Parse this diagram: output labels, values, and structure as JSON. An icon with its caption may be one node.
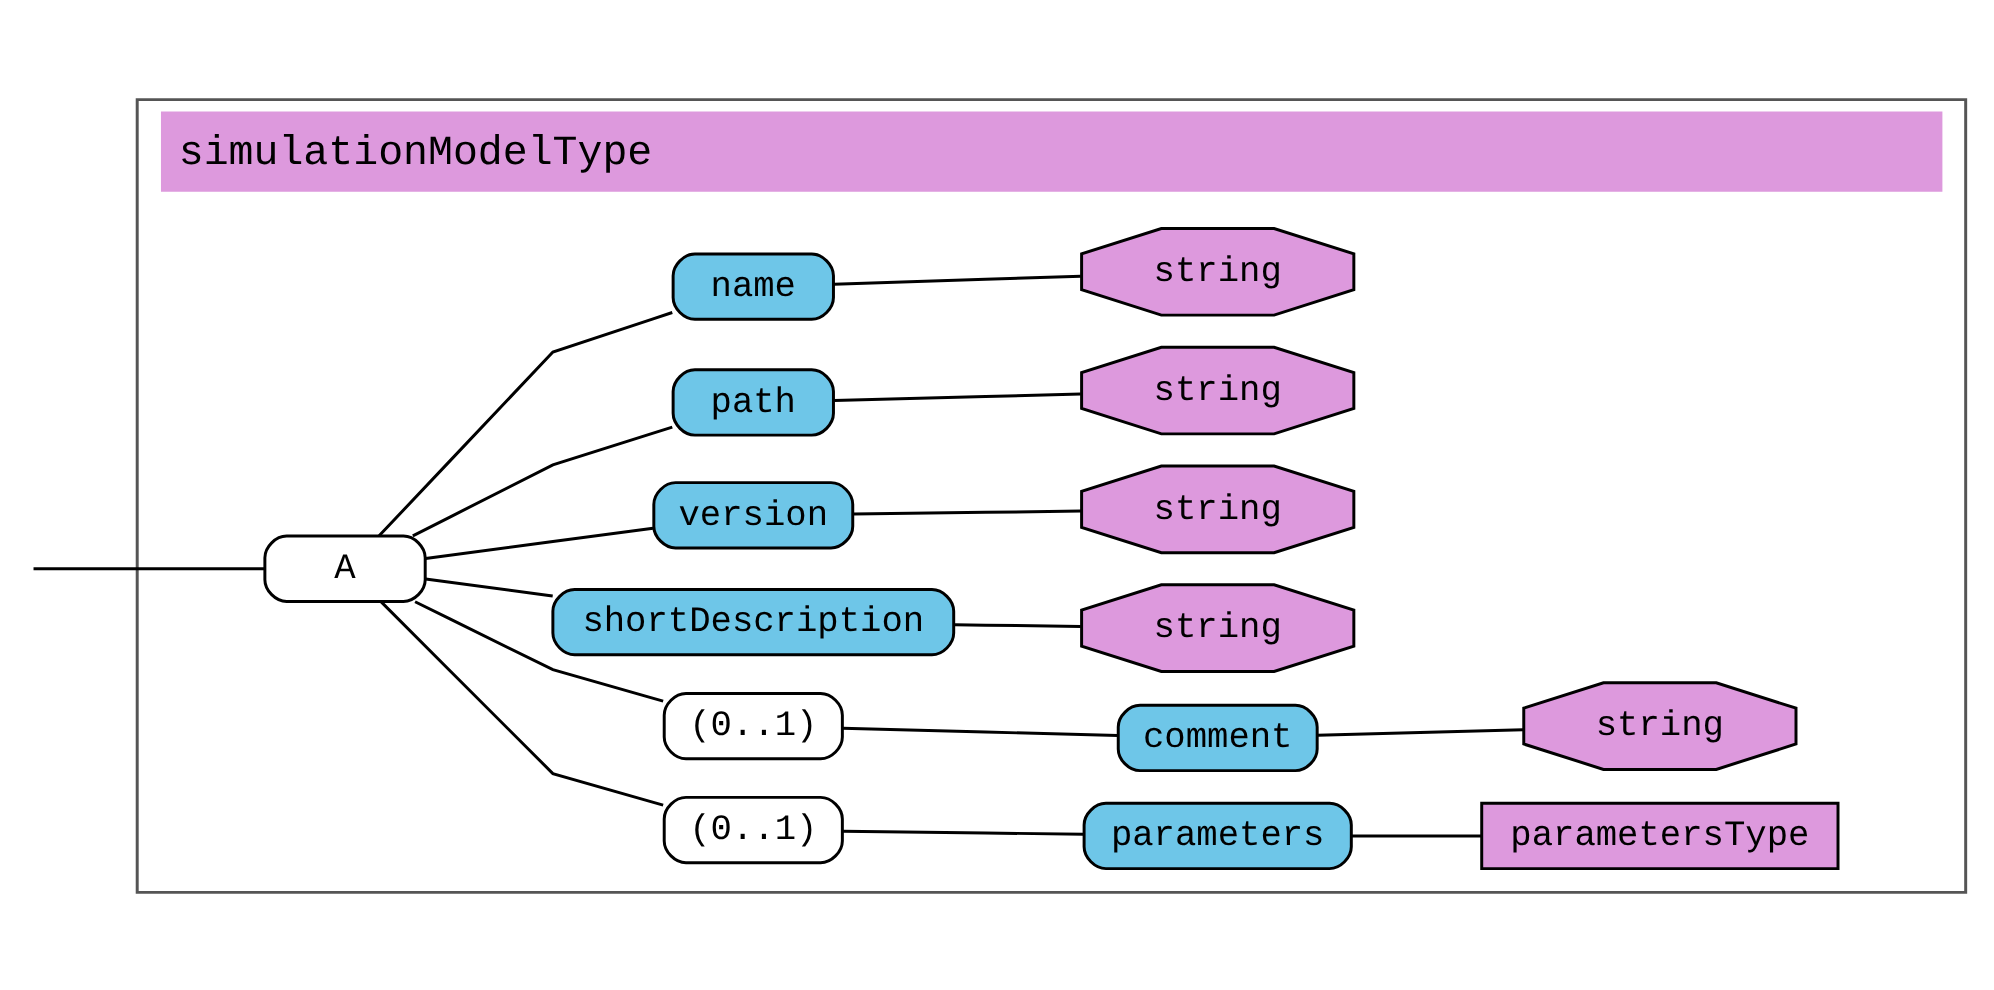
{
  "diagram": {
    "nodes": [
      {
        "text": [
          "simulationModelType"
        ]
      },
      {
        "text": [
          "A"
        ],
        "in": 0
      },
      {
        "text": [
          "name"
        ],
        "in": 0
      },
      {
        "text": [
          "path"
        ],
        "in": 0
      },
      {
        "text": [
          "version"
        ],
        "in": 0
      },
      {
        "text": [
          "shortDescription"
        ],
        "in": 0
      },
      {
        "text": [
          "(0..1)"
        ],
        "in": 0
      },
      {
        "text": [
          "comment"
        ],
        "in": 0
      },
      {
        "text": [
          "(0..1)"
        ],
        "in": 0
      },
      {
        "text": [
          "parameters"
        ],
        "in": 0
      },
      {
        "text": [
          "string"
        ],
        "in": 0
      },
      {
        "text": [
          "string"
        ],
        "in": 0
      },
      {
        "text": [
          "string"
        ],
        "in": 0
      },
      {
        "text": [
          "string"
        ],
        "in": 0
      },
      {
        "text": [
          "string"
        ],
        "in": 0
      },
      {
        "text": [
          "parametersType"
        ],
        "in": 0
      }
    ],
    "edges": [
      {
        "from": null,
        "to": 1,
        "arrow": "none"
      },
      {
        "from": 1,
        "to": 2,
        "arrow": "none"
      },
      {
        "from": 1,
        "to": 3,
        "arrow": "none"
      },
      {
        "from": 1,
        "to": 4,
        "arrow": "none"
      },
      {
        "from": 1,
        "to": 5,
        "arrow": "none"
      },
      {
        "from": 1,
        "to": 6,
        "arrow": "none"
      },
      {
        "from": 6,
        "to": 7,
        "arrow": "none"
      },
      {
        "from": 1,
        "to": 8,
        "arrow": "none"
      },
      {
        "from": 8,
        "to": 9,
        "arrow": "none"
      },
      {
        "from": 2,
        "to": 10,
        "arrow": "none"
      },
      {
        "from": 3,
        "to": 11,
        "arrow": "none"
      },
      {
        "from": 4,
        "to": 12,
        "arrow": "none"
      },
      {
        "from": 5,
        "to": 13,
        "arrow": "none"
      },
      {
        "from": 7,
        "to": 14,
        "arrow": "none"
      },
      {
        "from": 9,
        "to": 15,
        "arrow": "none"
      }
    ]
  }
}
